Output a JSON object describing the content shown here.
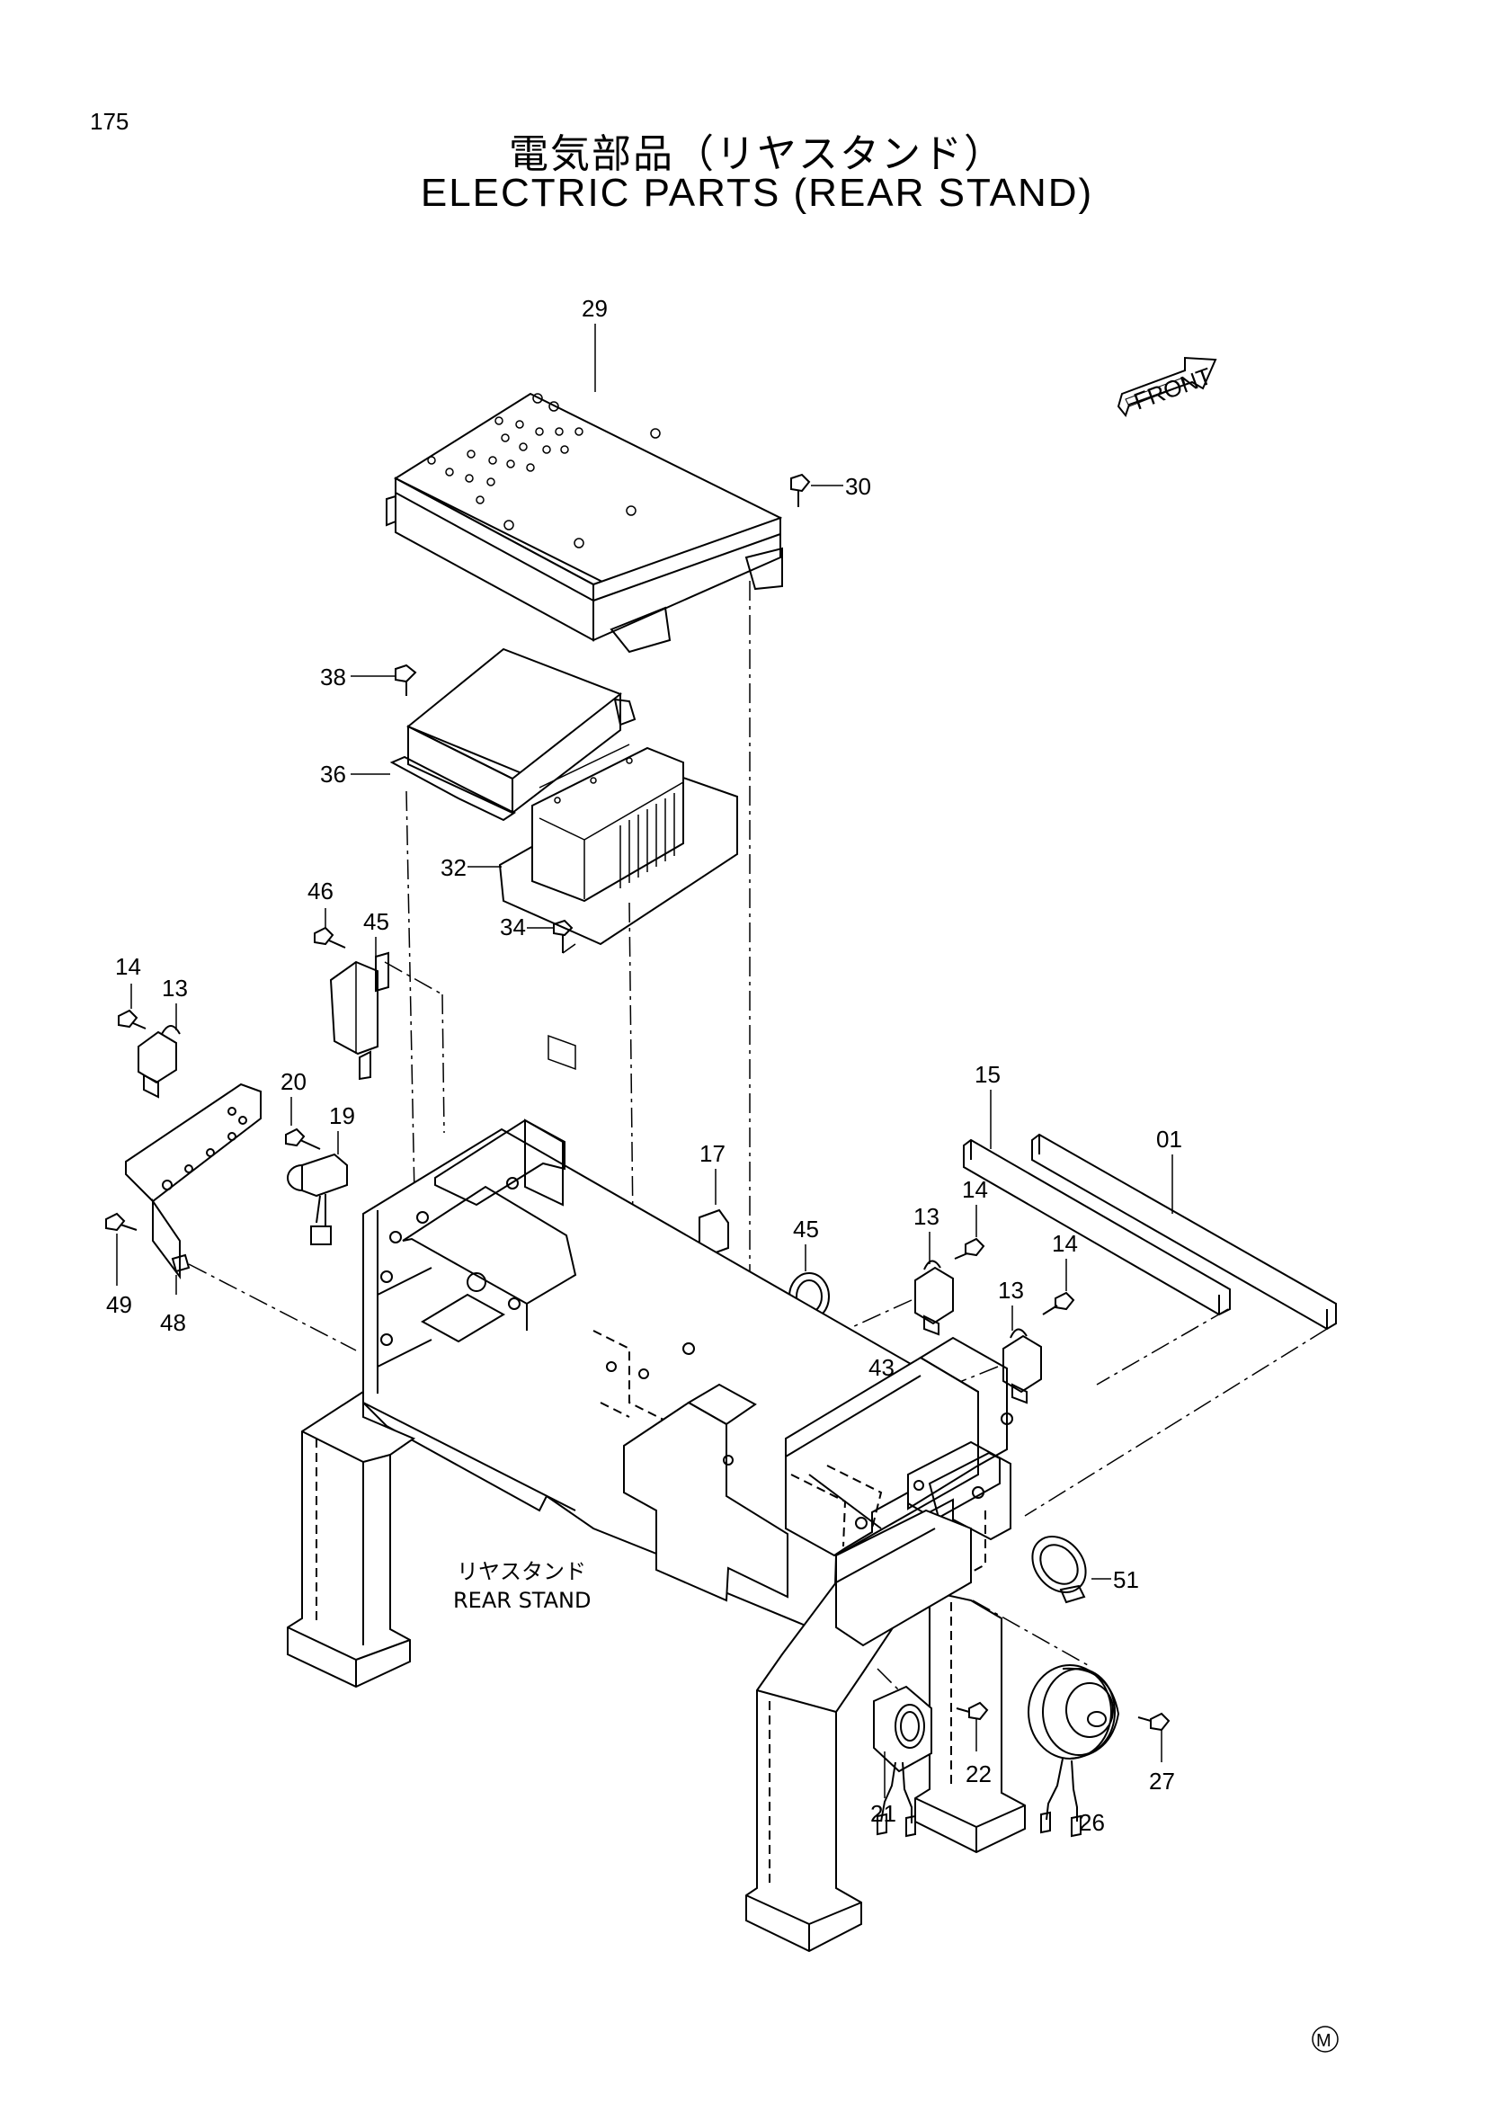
{
  "page": {
    "number": "175",
    "title_jp": "電気部品（リヤスタンド）",
    "title_en": "ELECTRIC PARTS (REAR STAND)"
  },
  "labels": {
    "front": "FRONT",
    "rear_stand_jp": "リヤスタンド",
    "rear_stand_en": "REAR STAND",
    "mark": "M"
  },
  "callouts": {
    "c29": "29",
    "c30": "30",
    "c38": "38",
    "c36": "36",
    "c32": "32",
    "c34": "34",
    "c46": "46",
    "c45a": "45",
    "c14a": "14",
    "c13a": "13",
    "c20": "20",
    "c19": "19",
    "c49": "49",
    "c48": "48",
    "c17": "17",
    "c45b": "45",
    "c13b": "13",
    "c14b": "14",
    "c13c": "13",
    "c14c": "14",
    "c15": "15",
    "c01": "01",
    "c43": "43",
    "c51": "51",
    "c21": "21",
    "c22": "22",
    "c26": "26",
    "c27": "27"
  }
}
